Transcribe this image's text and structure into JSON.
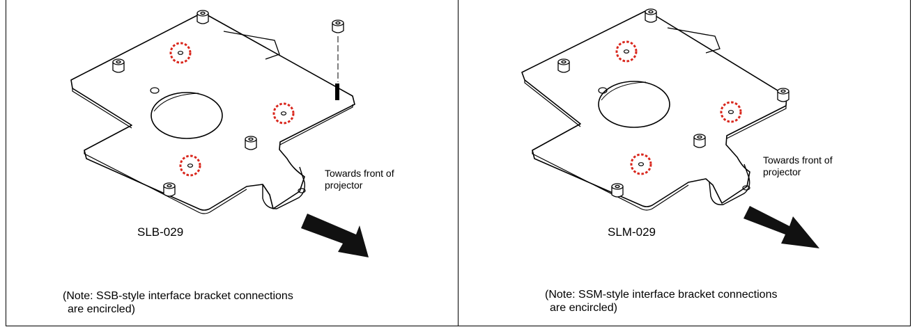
{
  "panels": [
    {
      "model": "SLB-029",
      "direction_text": "Towards front of projector",
      "note_line1": "(Note: SSB-style interface bracket connections",
      "note_line2": "are encircled)"
    },
    {
      "model": "SLM-029",
      "direction_text": "Towards front of projector",
      "note_line1": "(Note: SSM-style interface bracket connections",
      "note_line2": "are encircled)"
    }
  ],
  "colors": {
    "line": "#000000",
    "highlight_circle": "#d9261c",
    "arrow": "#111111"
  }
}
